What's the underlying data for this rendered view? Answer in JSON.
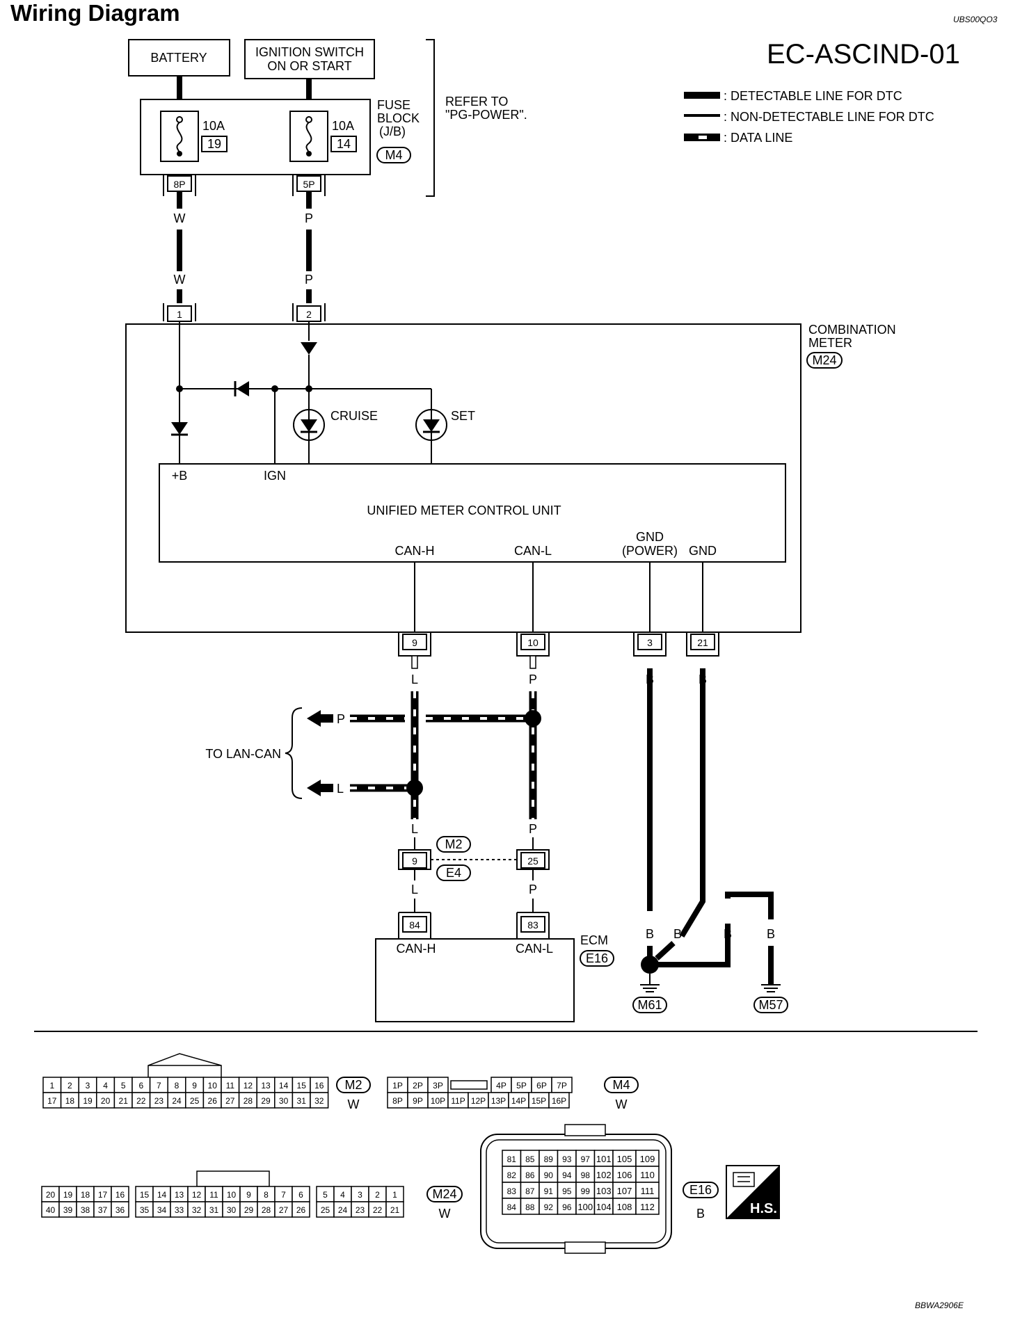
{
  "header": {
    "title": "Wiring Diagram",
    "code": "UBS00QO3",
    "page_id": "EC-ASCIND-01",
    "figure_id": "BBWA2906E"
  },
  "legend": [
    {
      "label": ": DETECTABLE LINE FOR DTC",
      "style": "thick"
    },
    {
      "label": ": NON-DETECTABLE LINE FOR DTC",
      "style": "thin"
    },
    {
      "label": ": DATA LINE",
      "style": "data"
    }
  ],
  "power": {
    "battery": "BATTERY",
    "ignition_line1": "IGNITION SWITCH",
    "ignition_line2": "ON OR START",
    "fuse_block_line1": "FUSE",
    "fuse_block_line2": "BLOCK",
    "fuse_block_line3": "(J/B)",
    "fuse_block_connector": "M4",
    "refer_line1": "REFER TO",
    "refer_line2": "\"PG-POWER\".",
    "fuses": [
      {
        "amp": "10A",
        "number": "19",
        "pin": "8P",
        "color_top": "W",
        "color_bottom": "W",
        "meter_pin": "1"
      },
      {
        "amp": "10A",
        "number": "14",
        "pin": "5P",
        "color_top": "P",
        "color_bottom": "P",
        "meter_pin": "2"
      }
    ]
  },
  "meter": {
    "name_line1": "COMBINATION",
    "name_line2": "METER",
    "connector": "M24",
    "unit_name": "UNIFIED METER CONTROL UNIT",
    "lamps": [
      "CRUISE",
      "SET"
    ],
    "terminals_top": [
      "+B",
      "IGN"
    ],
    "terminals_bottom": [
      "CAN-H",
      "CAN-L",
      "GND",
      "(POWER)",
      "GND"
    ],
    "pins_bottom": [
      "9",
      "10",
      "3",
      "21"
    ],
    "wire_colors": [
      "L",
      "P",
      "B",
      "B"
    ]
  },
  "can": {
    "to_label": "TO LAN-CAN",
    "p_label": "P",
    "l_label": "L",
    "l_color_lower": "L",
    "p_color_lower": "P",
    "joint_upper": "M2",
    "joint_lower": "E4",
    "joint_pin_l": "9",
    "joint_pin_p": "25",
    "ecm_color_l": "L",
    "ecm_color_p": "P"
  },
  "ecm": {
    "name": "ECM",
    "connector": "E16",
    "pin_h": "84",
    "pin_l": "83",
    "term_h": "CAN-H",
    "term_l": "CAN-L"
  },
  "ground": {
    "colors": [
      "B",
      "B",
      "B",
      "B"
    ],
    "ground1": "M61",
    "ground2": "M57"
  },
  "connectors": {
    "m2": {
      "id": "M2",
      "color": "W",
      "row1": [
        "1",
        "2",
        "3",
        "4",
        "5",
        "6",
        "7",
        "8",
        "9",
        "10",
        "11",
        "12",
        "13",
        "14",
        "15",
        "16"
      ],
      "row2": [
        "17",
        "18",
        "19",
        "20",
        "21",
        "22",
        "23",
        "24",
        "25",
        "26",
        "27",
        "28",
        "29",
        "30",
        "31",
        "32"
      ]
    },
    "m4": {
      "id": "M4",
      "color": "W",
      "row1": [
        "1P",
        "2P",
        "3P",
        "",
        "4P",
        "5P",
        "6P",
        "7P"
      ],
      "row2": [
        "8P",
        "9P",
        "10P",
        "11P",
        "12P",
        "13P",
        "14P",
        "15P",
        "16P"
      ]
    },
    "m24": {
      "id": "M24",
      "color": "W",
      "row1": [
        "20",
        "19",
        "18",
        "17",
        "16",
        "",
        "15",
        "14",
        "13",
        "12",
        "11",
        "10",
        "9",
        "8",
        "7",
        "6",
        "",
        "5",
        "4",
        "3",
        "2",
        "1"
      ],
      "row2": [
        "40",
        "39",
        "38",
        "37",
        "36",
        "",
        "35",
        "34",
        "33",
        "32",
        "31",
        "30",
        "29",
        "28",
        "27",
        "26",
        "",
        "25",
        "24",
        "23",
        "22",
        "21"
      ]
    },
    "e16": {
      "id": "E16",
      "color": "B",
      "rows": [
        [
          "81",
          "85",
          "89",
          "93",
          "97",
          "101",
          "105",
          "109"
        ],
        [
          "82",
          "86",
          "90",
          "94",
          "98",
          "102",
          "106",
          "110"
        ],
        [
          "83",
          "87",
          "91",
          "95",
          "99",
          "103",
          "107",
          "111"
        ],
        [
          "84",
          "88",
          "92",
          "96",
          "100",
          "104",
          "108",
          "112"
        ]
      ]
    },
    "hs_label": "H.S."
  }
}
